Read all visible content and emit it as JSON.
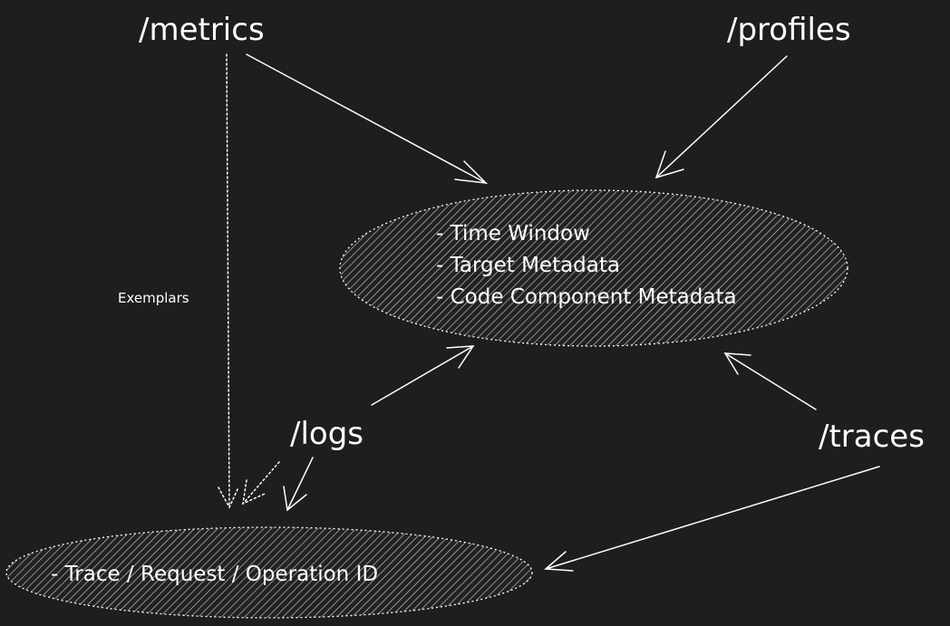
{
  "nodes": {
    "metrics": "/metrics",
    "profiles": "/profiles",
    "logs": "/logs",
    "traces": "/traces"
  },
  "context_ellipse": {
    "lines": [
      "- Time Window",
      "- Target Metadata",
      "- Code Component Metadata"
    ]
  },
  "id_ellipse": {
    "line": "- Trace / Request / Operation ID"
  },
  "edge_labels": {
    "exemplars": "Exemplars"
  },
  "colors": {
    "background": "#1e1e1e",
    "ink": "#ffffff"
  }
}
